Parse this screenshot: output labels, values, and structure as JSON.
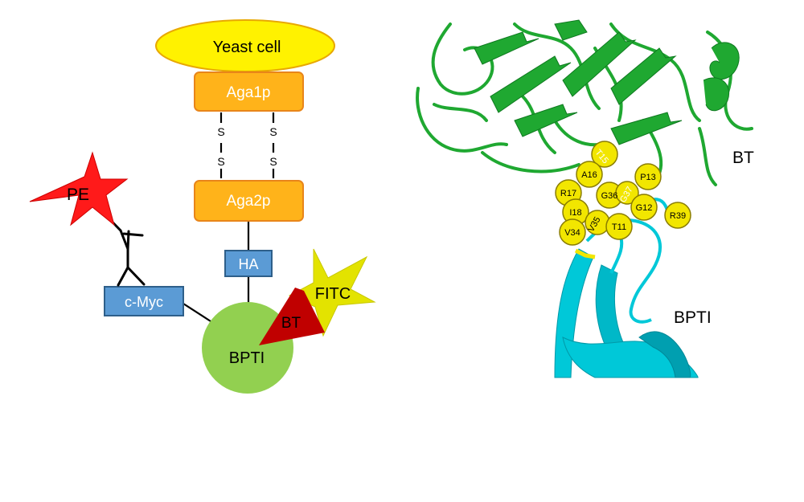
{
  "schematic": {
    "yeast_cell": "Yeast cell",
    "aga1p": "Aga1p",
    "aga2p": "Aga2p",
    "disulfide_s": "S",
    "ha_tag": "HA",
    "cmyc_tag": "c-Myc",
    "pe_label": "PE",
    "fitc_label": "FITC",
    "bt_label": "BT",
    "bpti_label": "BPTI"
  },
  "structure": {
    "bt_label": "BT",
    "bpti_label": "BPTI",
    "residues": [
      "T15",
      "A16",
      "P13",
      "R17",
      "G36",
      "G37",
      "G12",
      "R39",
      "I18",
      "V35",
      "T11",
      "V34"
    ]
  },
  "colors": {
    "yeast_fill": "#fff200",
    "yeast_stroke": "#e8a800",
    "aga_fill": "#ffb31a",
    "aga_stroke": "#e8851a",
    "tag_fill": "#5b9bd5",
    "tag_stroke": "#2e5f8a",
    "pe_red": "#ff1a1a",
    "fitc_yellow": "#e3e300",
    "bt_dark_red": "#c00000",
    "bpti_green": "#92d050",
    "protease_green": "#1fa831",
    "inhibitor_cyan": "#00c8d8",
    "residue_yellow": "#f2e600"
  }
}
